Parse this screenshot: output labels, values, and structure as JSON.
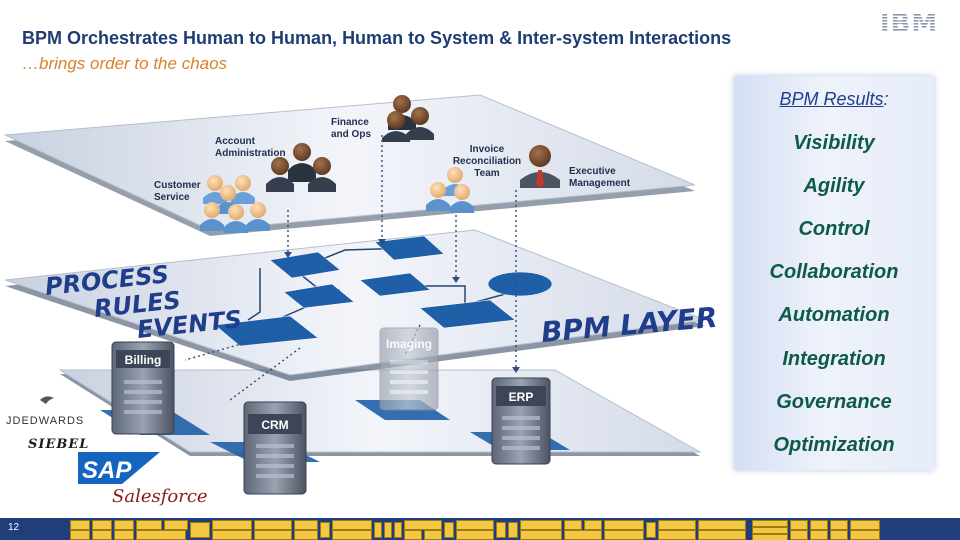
{
  "header": {
    "title": "BPM Orchestrates Human to Human, Human to System & Inter-system Interactions",
    "subtitle": "…brings order to the chaos",
    "logo": "IBM"
  },
  "diagram": {
    "people_groups": [
      {
        "label_lines": [
          "Customer",
          "Service"
        ]
      },
      {
        "label_lines": [
          "Account",
          "Administration"
        ]
      },
      {
        "label_lines": [
          "Finance",
          "and Ops"
        ]
      },
      {
        "label_lines": [
          "Invoice",
          "Reconciliation",
          "Team"
        ]
      },
      {
        "label_lines": [
          "Executive",
          "Management"
        ]
      }
    ],
    "process_words": [
      "PROCESS",
      "RULES",
      "EVENTS"
    ],
    "layer_label": "BPM LAYER",
    "systems": [
      "Billing",
      "Imaging",
      "CRM",
      "ERP"
    ],
    "vendors": [
      "JDEDWARDS",
      "SIEBEL",
      "SAP",
      "Salesforce"
    ],
    "colors": {
      "accent": "#1f5fa8",
      "plane": "#e8ecf4",
      "node": "#1f5fa8"
    }
  },
  "results": {
    "title": "BPM Results",
    "title_suffix": ":",
    "items": [
      "Visibility",
      "Agility",
      "Control",
      "Collaboration",
      "Automation",
      "Integration",
      "Governance",
      "Optimization"
    ]
  },
  "footer": {
    "page_number": "12"
  }
}
